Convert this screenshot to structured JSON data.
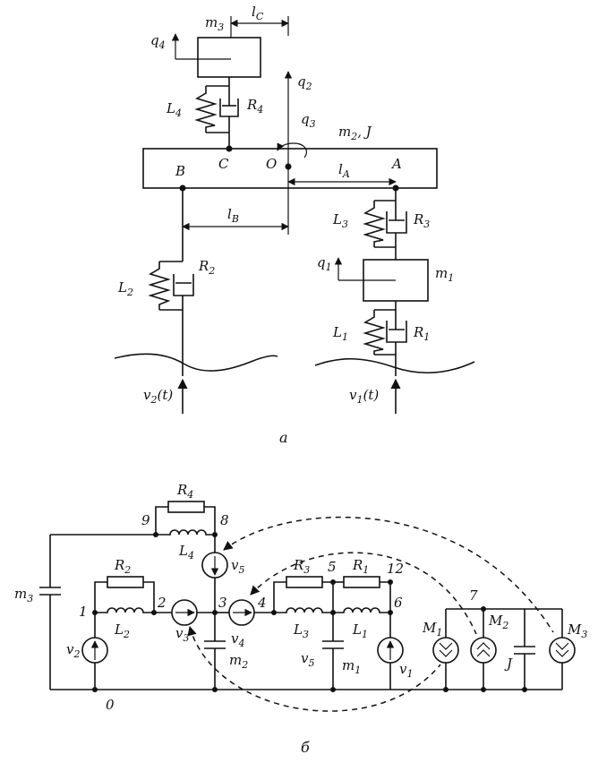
{
  "fig_a": {
    "m3": "m",
    "m3_sub": "3",
    "lC": "l",
    "lC_sub": "C",
    "q4": "q",
    "q4_sub": "4",
    "q2": "q",
    "q2_sub": "2",
    "q3": "q",
    "q3_sub": "3",
    "L4": "L",
    "L4_sub": "4",
    "R4": "R",
    "R4_sub": "4",
    "m2J": "m",
    "m2J_sub": "2",
    "m2J_tail": ", J",
    "B": "B",
    "C": "C",
    "O": "O",
    "A": "A",
    "lA": "l",
    "lA_sub": "A",
    "lB": "l",
    "lB_sub": "B",
    "L3": "L",
    "L3_sub": "3",
    "R3": "R",
    "R3_sub": "3",
    "L2": "L",
    "L2_sub": "2",
    "R2": "R",
    "R2_sub": "2",
    "q1": "q",
    "q1_sub": "1",
    "m1": "m",
    "m1_sub": "1",
    "L1": "L",
    "L1_sub": "1",
    "R1": "R",
    "R1_sub": "1",
    "v2t": "v",
    "v2t_sub": "2",
    "v2t_tail": "(t)",
    "v1t": "v",
    "v1t_sub": "1",
    "v1t_tail": "(t)",
    "caption": "a"
  },
  "fig_b": {
    "R4": "R",
    "R4_sub": "4",
    "n9": "9",
    "n8": "8",
    "L4": "L",
    "L4_sub": "4",
    "v5a": "v",
    "v5a_sub": "5",
    "m3": "m",
    "m3_sub": "3",
    "R2": "R",
    "R2_sub": "2",
    "n1": "1",
    "n2": "2",
    "n3": "3",
    "n4": "4",
    "n5": "5",
    "n12": "12",
    "n6": "6",
    "n7": "7",
    "n0": "0",
    "L2": "L",
    "L2_sub": "2",
    "R3": "R",
    "R3_sub": "3",
    "R1": "R",
    "R1_sub": "1",
    "L3": "L",
    "L3_sub": "3",
    "L1": "L",
    "L1_sub": "1",
    "v2": "v",
    "v2_sub": "2",
    "v3": "v",
    "v3_sub": "3",
    "v4": "v",
    "v4_sub": "4",
    "m2": "m",
    "m2_sub": "2",
    "v5b": "v",
    "v5b_sub": "5",
    "m1": "m",
    "m1_sub": "1",
    "v1": "v",
    "v1_sub": "1",
    "M1": "M",
    "M1_sub": "1",
    "M2": "M",
    "M2_sub": "2",
    "M3": "M",
    "M3_sub": "3",
    "J": "J",
    "caption": "б"
  }
}
